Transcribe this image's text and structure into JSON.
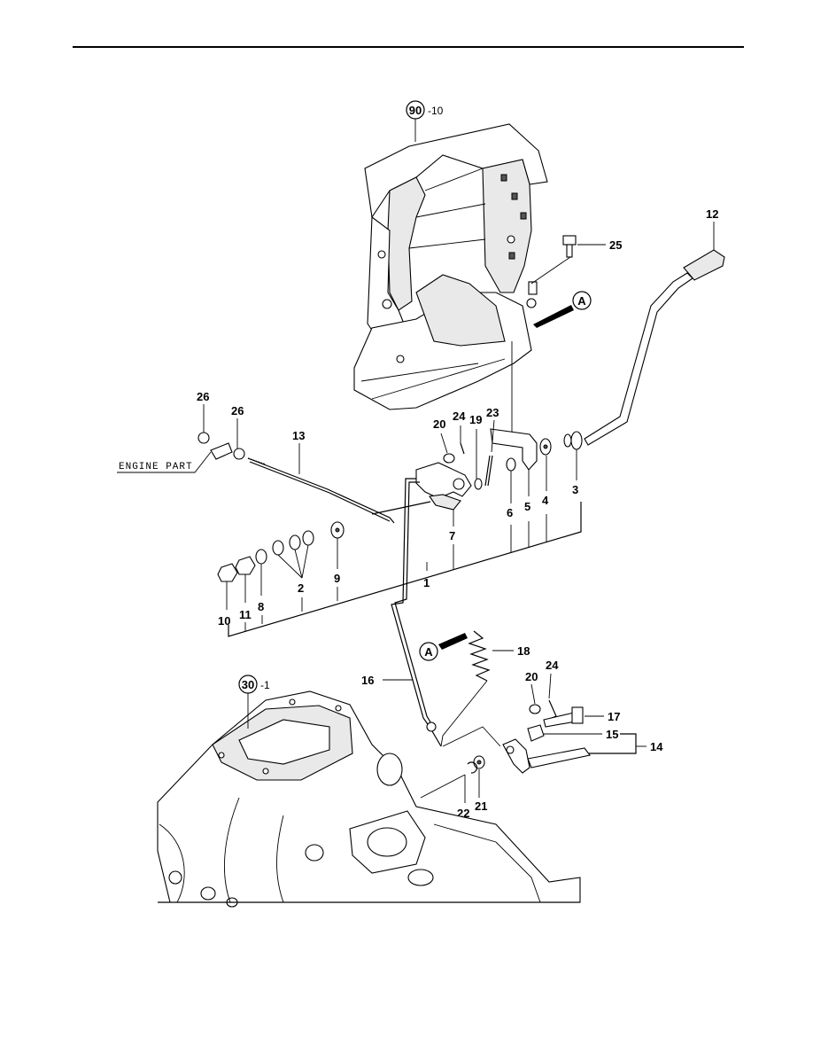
{
  "refs": {
    "frame": {
      "num": "90",
      "suffix": "-10"
    },
    "transmission": {
      "num": "30",
      "suffix": "-1"
    }
  },
  "view_marks": {
    "a_top": "A",
    "a_bottom": "A"
  },
  "engine_part": "ENGINE PART",
  "callouts": {
    "c1": "1",
    "c2": "2",
    "c3": "3",
    "c4": "4",
    "c5": "5",
    "c6": "6",
    "c7": "7",
    "c8": "8",
    "c9": "9",
    "c10": "10",
    "c11": "11",
    "c12": "12",
    "c13": "13",
    "c14": "14",
    "c15": "15",
    "c16": "16",
    "c17": "17",
    "c18": "18",
    "c19": "19",
    "c20a": "20",
    "c20b": "20",
    "c21": "21",
    "c22": "22",
    "c23": "23",
    "c24a": "24",
    "c24b": "24",
    "c25": "25",
    "c26a": "26",
    "c26b": "26"
  }
}
